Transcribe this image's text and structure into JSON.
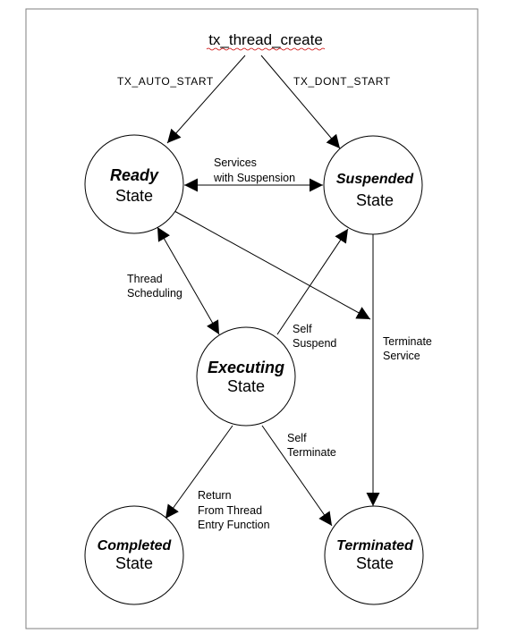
{
  "start_label": "tx_thread_create",
  "edge_labels": {
    "auto_start": "TX_AUTO_START",
    "dont_start": "TX_DONT_START",
    "services_line1": "Services",
    "services_line2": "with Suspension",
    "thread_line1": "Thread",
    "thread_line2": "Scheduling",
    "self_suspend_line1": "Self",
    "self_suspend_line2": "Suspend",
    "terminate_service_line1": "Terminate",
    "terminate_service_line2": "Service",
    "self_terminate_line1": "Self",
    "self_terminate_line2": "Terminate",
    "return_line1": "Return",
    "return_line2": "From Thread",
    "return_line3": "Entry Function"
  },
  "states": {
    "ready": {
      "name": "Ready",
      "word": "State"
    },
    "suspended": {
      "name": "Suspended",
      "word": "State"
    },
    "executing": {
      "name": "Executing",
      "word": "State"
    },
    "completed": {
      "name": "Completed",
      "word": "State"
    },
    "terminated": {
      "name": "Terminated",
      "word": "State"
    }
  }
}
